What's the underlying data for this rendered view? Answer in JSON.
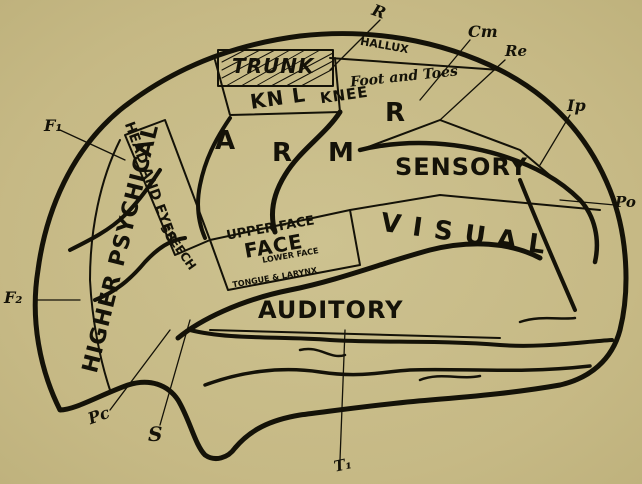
{
  "diagram": {
    "areas": {
      "trunk": "TRUNK",
      "hallux": "HALLUX",
      "foot_toes": "Foot and Toes",
      "leg_row1": "KN L",
      "leg_row2": "KNEE",
      "arm": [
        "A",
        "R",
        "M"
      ],
      "head_eyes": "HEAD AND EYES",
      "sensory": "SENSORY",
      "visual": "VISUAL",
      "upper_face": "UPPER FACE",
      "face": "FACE",
      "lower_face": "LOWER FACE",
      "tongue": "TONGUE & LARYNX",
      "speech": "SPEECH",
      "auditory": "AUDITORY",
      "higher_psychical": "HIGHER PSYCHICAL"
    },
    "markers": {
      "r": "R",
      "cm": "Cm",
      "re": "Re",
      "ip": "Ip",
      "po": "Po",
      "f1": "F₁",
      "f2": "F₂",
      "pc": "Pc",
      "s": "S",
      "t1": "T₁"
    },
    "colors": {
      "ink": "#141208",
      "paper": "#c9bd8a"
    }
  }
}
